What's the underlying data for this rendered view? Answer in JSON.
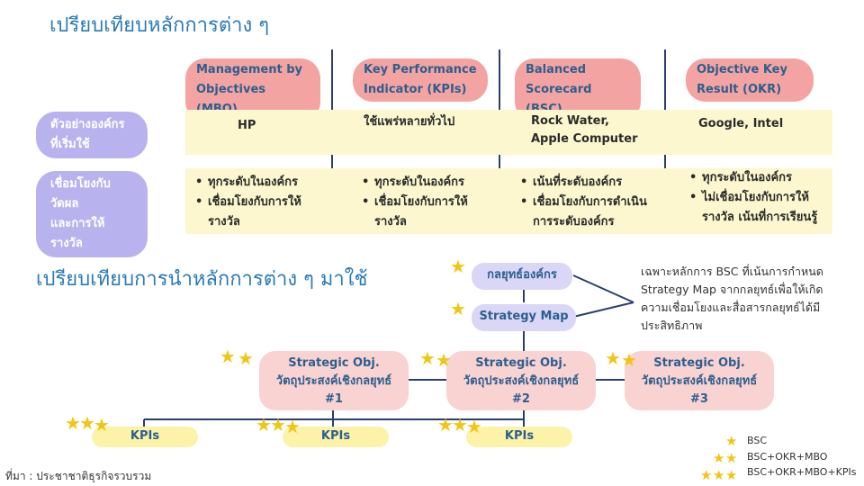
{
  "title_top": "เปรียบเทียบหลักการต่าง ๆ",
  "title_bottom": "เปรียบเทียบการนำหลักการต่าง ๆ มาใช้",
  "table": {
    "columns": [
      {
        "line1": "Management by",
        "line2": "Objectives (MBO)"
      },
      {
        "line1": "Key Performance",
        "line2": "Indicator (KPIs)"
      },
      {
        "line1": "Balanced",
        "line2": "Scorecard (BSC)"
      },
      {
        "line1": "Objective Key",
        "line2": "Result (OKR)"
      }
    ],
    "row1_label": {
      "line1": "ตัวอย่างองค์กร",
      "line2": "ที่เริ่มใช้"
    },
    "row1": [
      {
        "line1": "HP",
        "line2": ""
      },
      {
        "line1": "ใช้แพร่หลายทั่วไป",
        "line2": ""
      },
      {
        "line1": "Rock Water,",
        "line2": "Apple Computer"
      },
      {
        "line1": "Google, Intel",
        "line2": ""
      }
    ],
    "row2_label": {
      "line1": "เชื่อมโยงกับวัดผล",
      "line2": "และการให้รางวัล"
    },
    "row2": [
      {
        "b1": "ทุกระดับในองค์กร",
        "b2a": "เชื่อมโยงกับการให้",
        "b2b": "รางวัล"
      },
      {
        "b1": "ทุกระดับในองค์กร",
        "b2a": "เชื่อมโยงกับการให้",
        "b2b": "รางวัล"
      },
      {
        "b1": "เน้นที่ระดับองค์กร",
        "b2a": "เชื่อมโยงกับการดำเนิน",
        "b2b": "การระดับองค์กร"
      },
      {
        "b1": "ทุกระดับในองค์กร",
        "b2a": "ไม่เชื่อมโยงกับการให้",
        "b2b": "รางวัล เน้นที่การเรียนรู้"
      }
    ]
  },
  "diagram": {
    "strategy_org": "กลยุทธ์องค์กร",
    "strategy_map": "Strategy Map",
    "note": [
      "เฉพาะหลักการ BSC ที่เน้นการกำหนด",
      "Strategy Map จากกลยุทธ์เพื่อให้เกิด",
      "ความเชื่อมโยงและสื่อสารกลยุทธ์ได้มี",
      "ประสิทธิภาพ"
    ],
    "objectives": [
      {
        "line1": "Strategic Obj.",
        "line2": "วัตถุประสงค์เชิงกลยุทธ์",
        "line3": "#1"
      },
      {
        "line1": "Strategic Obj.",
        "line2": "วัตถุประสงค์เชิงกลยุทธ์",
        "line3": "#2"
      },
      {
        "line1": "Strategic Obj.",
        "line2": "วัตถุประสงค์เชิงกลยุทธ์",
        "line3": "#3"
      }
    ],
    "kpis": [
      "KPIs",
      "KPIs",
      "KPIs"
    ]
  },
  "legend": [
    {
      "stars": 1,
      "label": "BSC"
    },
    {
      "stars": 2,
      "label": "BSC+OKR+MBO"
    },
    {
      "stars": 3,
      "label": "BSC+OKR+MBO+KPIs"
    }
  ],
  "source": "ที่มา : ประชาชาติธุรกิจรวบรวม",
  "colors": {
    "title": "#2a7bb7",
    "header_pill": "#f4a3a3",
    "row_label": "#b8b2ee",
    "yellow_band": "#fcf7cf",
    "lavender_box": "#d9d6f6",
    "pink_box": "#f9d2d2",
    "kpi_box": "#fcf3a8",
    "star": "#f3c512",
    "line": "#2b3f6e"
  },
  "icons": {
    "star": "star-icon"
  }
}
